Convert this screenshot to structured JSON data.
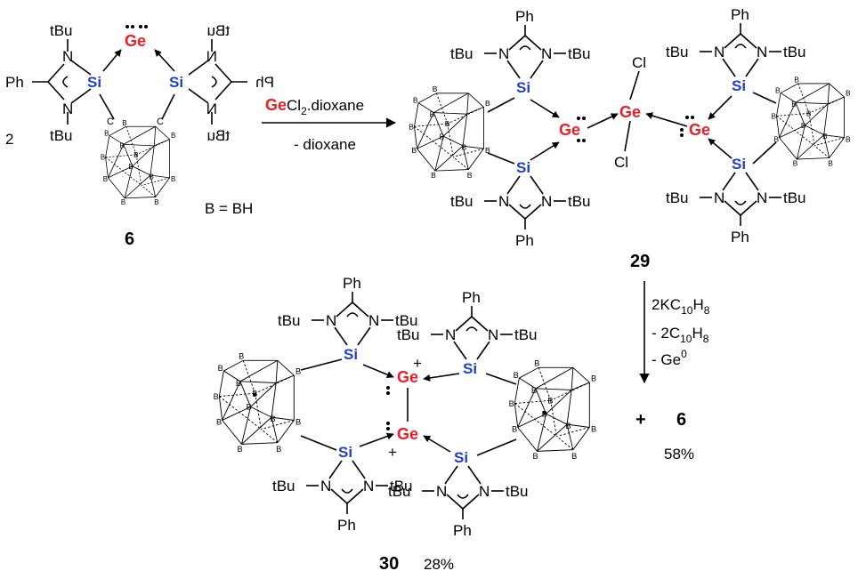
{
  "compounds": {
    "c6": {
      "label": "6",
      "stoich": "2"
    },
    "c29": {
      "label": "29"
    },
    "c30": {
      "label": "30",
      "yield": "28%"
    }
  },
  "atoms": {
    "ge": "Ge",
    "si": "Si",
    "cl": "Cl",
    "n": "N",
    "c": "C",
    "b": "B",
    "tbu": "tBu",
    "ph": "Ph"
  },
  "legend": {
    "bh": "B = BH"
  },
  "reaction1": {
    "reagent_ge": "Ge",
    "reagent_rest": "Cl",
    "reagent_sub": "2",
    "reagent_tail": ".dioxane",
    "byproduct": "- dioxane"
  },
  "reaction2": {
    "line1_main": "2KC",
    "line1_sub": "10",
    "line1_tail": "H",
    "line1_sub2": "8",
    "line2_main": "- 2C",
    "line2_sub": "10",
    "line2_tail": "H",
    "line2_sub2": "8",
    "line3_main": "- Ge",
    "line3_sup": "0",
    "product_plus": "+",
    "product_label": "6",
    "product_yield": "58%"
  },
  "charges": {
    "plus": "+"
  }
}
